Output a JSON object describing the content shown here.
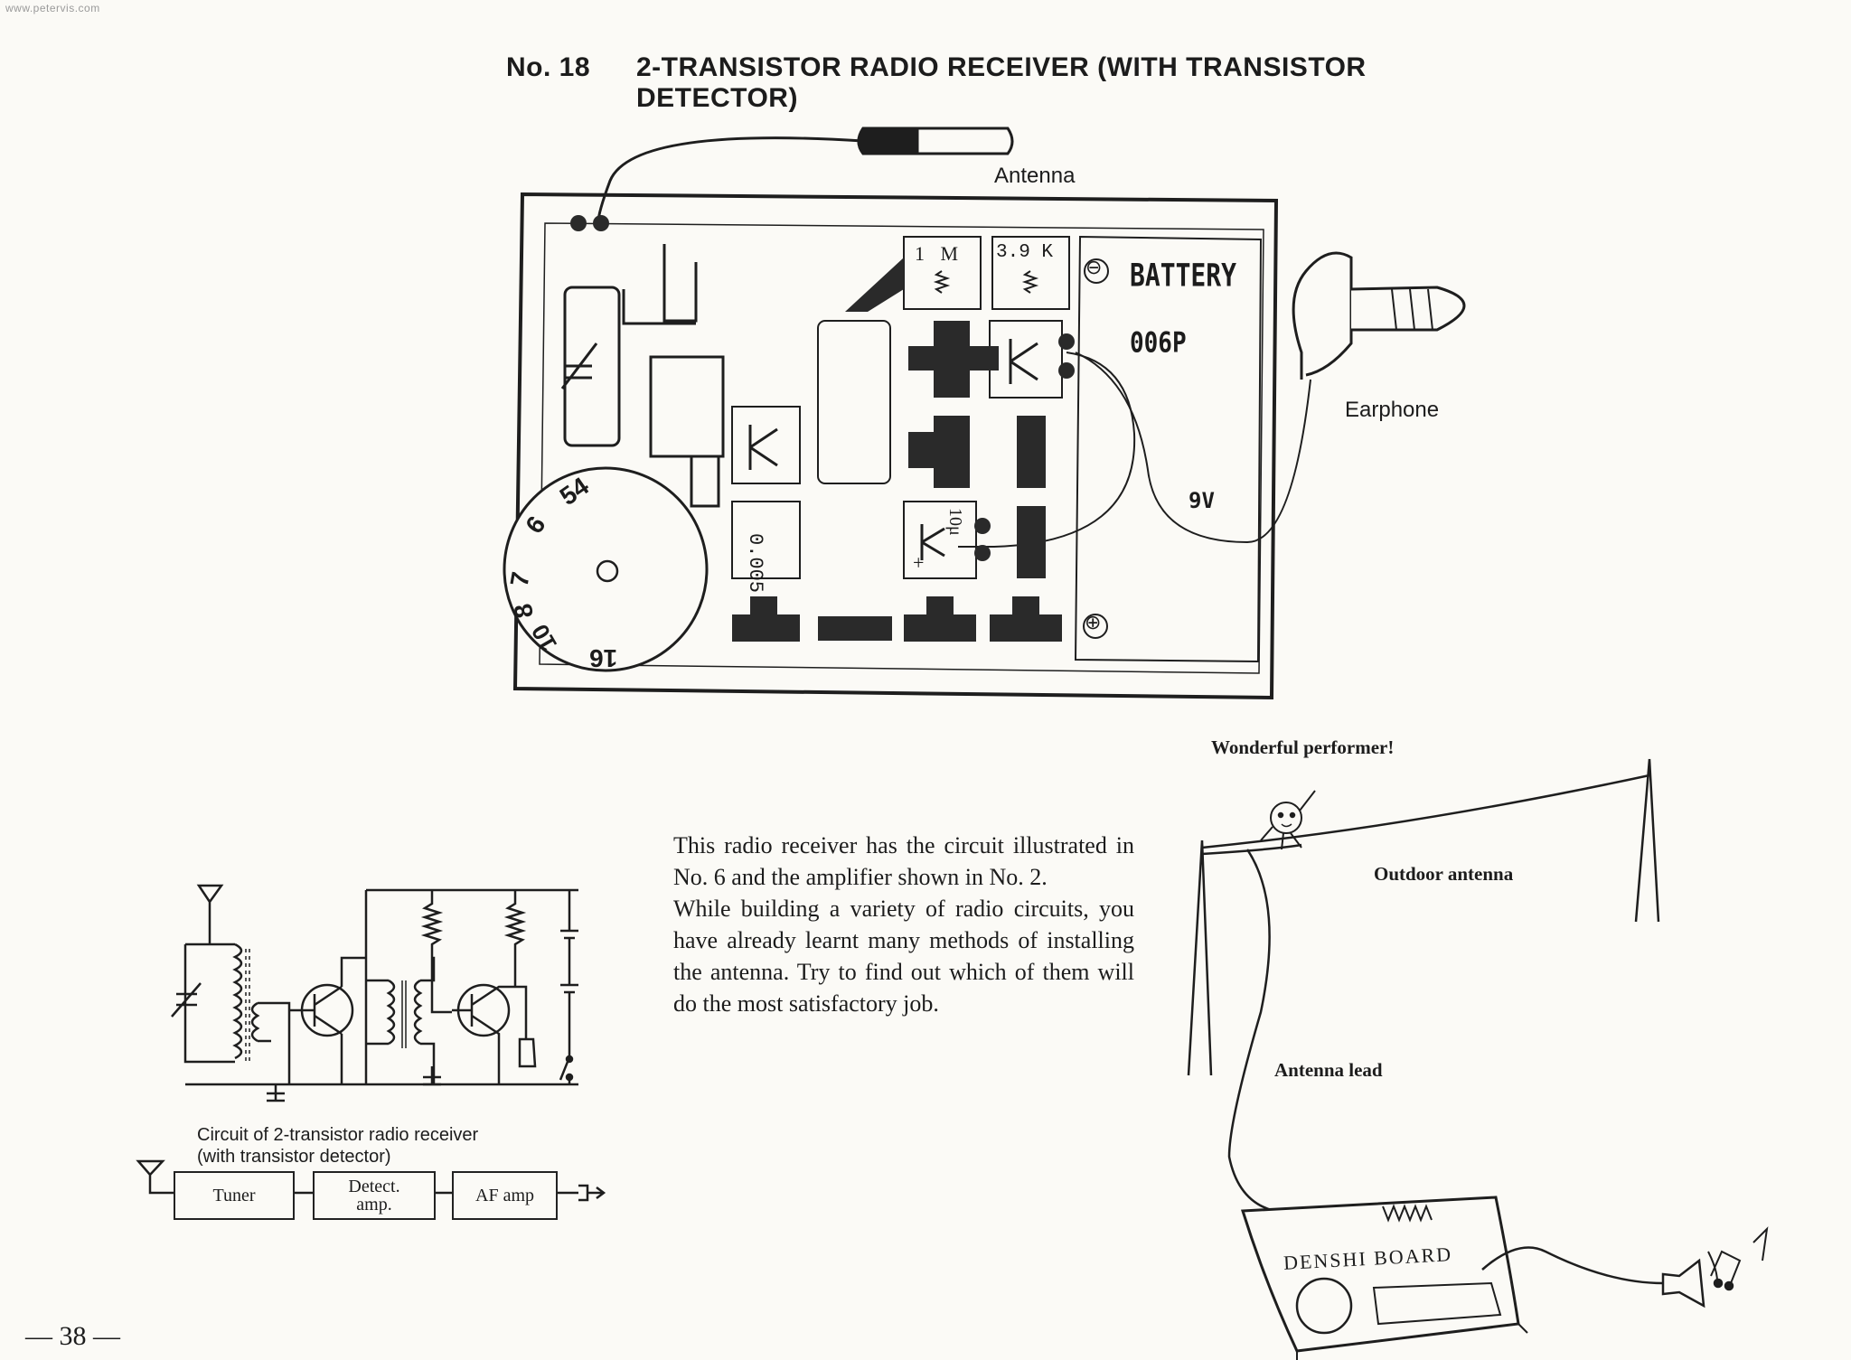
{
  "watermark": "www.petervis.com",
  "heading": {
    "number": "No. 18",
    "title_line1": "2-TRANSISTOR RADIO RECEIVER (WITH TRANSISTOR",
    "title_line2": "DETECTOR)"
  },
  "board_diagram": {
    "antenna_label": "Antenna",
    "earphone_label": "Earphone",
    "battery_label": "BATTERY",
    "battery_type": "006P",
    "battery_voltage": "9V",
    "resistor_1": "1 M",
    "resistor_2": "3.9 K",
    "capacitor_1": "0.005",
    "capacitor_2": "10μ",
    "dial_marks": [
      "54",
      "6",
      "7",
      "8",
      "10",
      "16"
    ],
    "minus_symbol": "⊖",
    "plus_symbol": "⊕",
    "cap_plus": "+"
  },
  "body_text": {
    "paragraph1": "This radio receiver has the circuit illustrated in No. 6 and the amplifier shown in No. 2.",
    "paragraph2": "While building a variety of radio circuits, you have already learnt many methods of installing the antenna. Try to find out which of them will do the most satisfactory job."
  },
  "schematic": {
    "caption_line1": "Circuit of 2-transistor radio receiver",
    "caption_line2": "(with transistor detector)"
  },
  "block_diagram": {
    "blocks": [
      "Tuner",
      "Detect.\namp.",
      "AF amp"
    ]
  },
  "cartoon": {
    "performer_label": "Wonderful performer!",
    "outdoor_antenna_label": "Outdoor antenna",
    "antenna_lead_label": "Antenna lead",
    "board_label": "DENSHI BOARD"
  },
  "page_number": "— 38 —"
}
